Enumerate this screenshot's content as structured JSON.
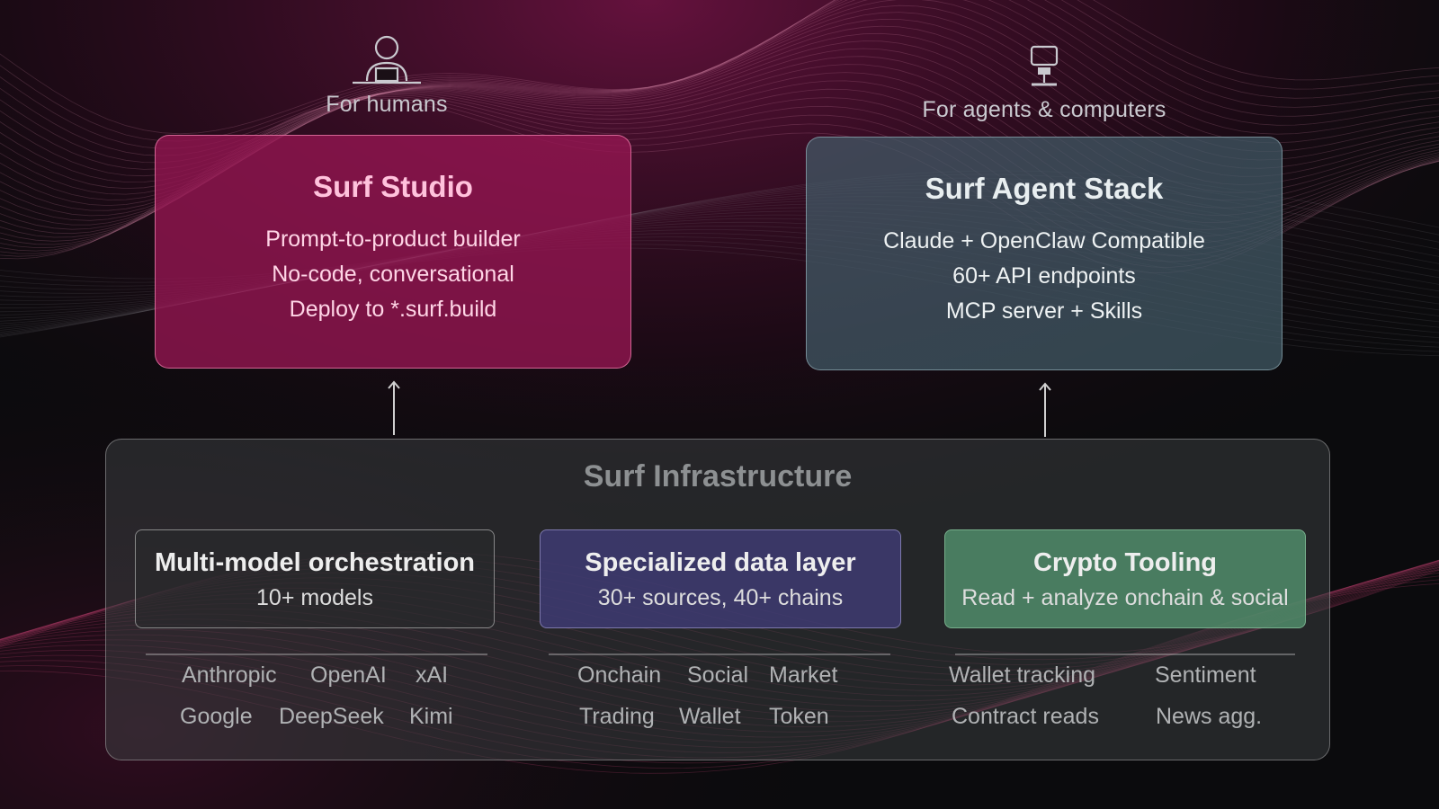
{
  "personas": {
    "humans": {
      "label": "For humans",
      "icon": "person-laptop-icon"
    },
    "agents": {
      "label": "For agents & computers",
      "icon": "computer-icon"
    }
  },
  "studio": {
    "title": "Surf Studio",
    "lines": [
      "Prompt-to-product builder",
      "No-code, conversational",
      "Deploy to *.surf.build"
    ],
    "color": "#96165a"
  },
  "agent_stack": {
    "title": "Surf Agent Stack",
    "lines": [
      "Claude + OpenClaw Compatible",
      "60+ API endpoints",
      "MCP server + Skills"
    ],
    "color": "#425c68"
  },
  "infrastructure": {
    "title": "Surf Infrastructure",
    "sections": [
      {
        "title": "Multi-model orchestration",
        "desc": "10+ models",
        "tags": [
          "Anthropic",
          "OpenAI",
          "xAI",
          "Google",
          "DeepSeek",
          "Kimi"
        ]
      },
      {
        "title": "Specialized data layer",
        "desc": "30+ sources, 40+ chains",
        "tags": [
          "Onchain",
          "Social",
          "Market",
          "Trading",
          "Wallet",
          "Token"
        ],
        "color": "#403c78"
      },
      {
        "title": "Crypto Tooling",
        "desc": "Read + analyze onchain & social",
        "tags": [
          "Wallet tracking",
          "Sentiment",
          "Contract reads",
          "News agg."
        ],
        "color": "#508c6a"
      }
    ]
  }
}
